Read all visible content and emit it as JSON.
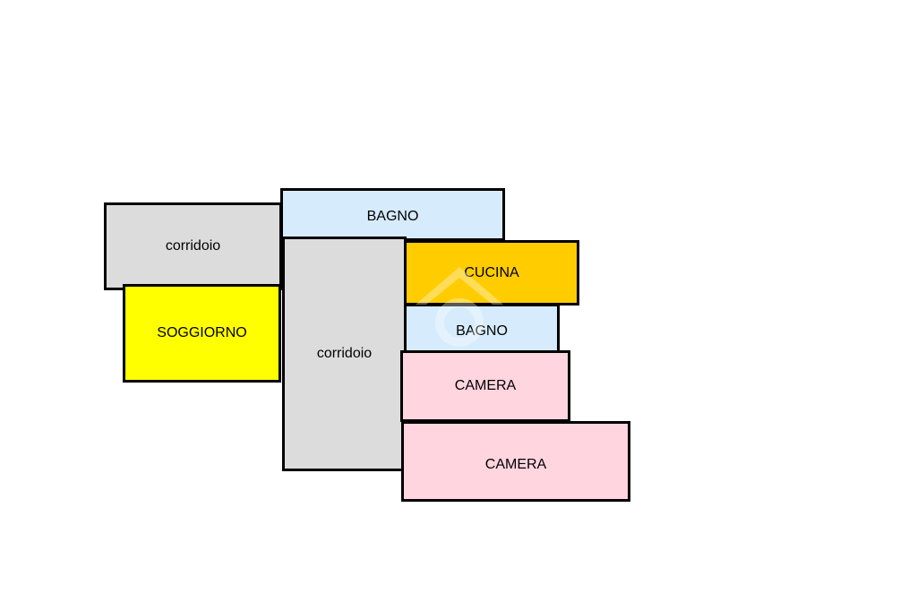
{
  "rooms": {
    "corridoio_left": {
      "label": "corridoio",
      "fill": "#dcdcdc"
    },
    "soggiorno": {
      "label": "SOGGIORNO",
      "fill": "#ffff00"
    },
    "bagno_top": {
      "label": "BAGNO",
      "fill": "#d6ebfc"
    },
    "corridoio_mid": {
      "label": "corridoio",
      "fill": "#dcdcdc"
    },
    "cucina": {
      "label": "CUCINA",
      "fill": "#ffcc00"
    },
    "bagno_mid": {
      "label": "BAGNO",
      "fill": "#d6ebfc"
    },
    "camera_1": {
      "label": "CAMERA",
      "fill": "#ffd5df"
    },
    "camera_2": {
      "label": "CAMERA",
      "fill": "#ffd5df"
    }
  },
  "colors": {
    "wall": "#000000",
    "background": "#ffffff"
  },
  "icons": {
    "watermark": "house-logo-icon"
  }
}
